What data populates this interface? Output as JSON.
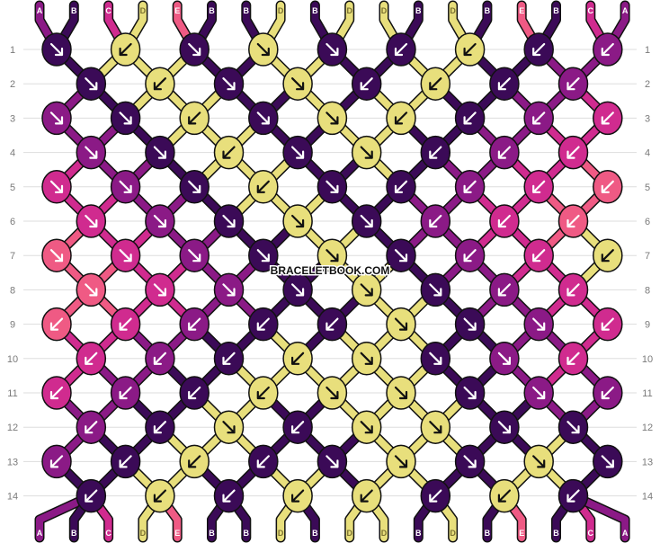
{
  "pattern": {
    "watermark": "BRACELETBOOK.COM",
    "row_numbers": [
      "1",
      "2",
      "3",
      "4",
      "5",
      "6",
      "7",
      "8",
      "9",
      "10",
      "11",
      "12",
      "13",
      "14"
    ],
    "top_strings": [
      {
        "label": "A",
        "color": "A"
      },
      {
        "label": "B",
        "color": "B"
      },
      {
        "label": "C",
        "color": "C"
      },
      {
        "label": "D",
        "color": "D"
      },
      {
        "label": "E",
        "color": "E"
      },
      {
        "label": "B",
        "color": "B"
      },
      {
        "label": "B",
        "color": "B"
      },
      {
        "label": "D",
        "color": "D"
      },
      {
        "label": "B",
        "color": "B"
      },
      {
        "label": "D",
        "color": "D"
      },
      {
        "label": "D",
        "color": "D"
      },
      {
        "label": "B",
        "color": "B"
      },
      {
        "label": "D",
        "color": "D"
      },
      {
        "label": "B",
        "color": "B"
      },
      {
        "label": "E",
        "color": "E"
      },
      {
        "label": "B",
        "color": "B"
      },
      {
        "label": "C",
        "color": "C"
      },
      {
        "label": "A",
        "color": "A"
      }
    ],
    "bottom_strings": [
      {
        "label": "A",
        "color": "A"
      },
      {
        "label": "B",
        "color": "B"
      },
      {
        "label": "C",
        "color": "C"
      },
      {
        "label": "D",
        "color": "D"
      },
      {
        "label": "E",
        "color": "E"
      },
      {
        "label": "B",
        "color": "B"
      },
      {
        "label": "B",
        "color": "B"
      },
      {
        "label": "D",
        "color": "D"
      },
      {
        "label": "B",
        "color": "B"
      },
      {
        "label": "D",
        "color": "D"
      },
      {
        "label": "D",
        "color": "D"
      },
      {
        "label": "B",
        "color": "B"
      },
      {
        "label": "D",
        "color": "D"
      },
      {
        "label": "B",
        "color": "B"
      },
      {
        "label": "E",
        "color": "E"
      },
      {
        "label": "B",
        "color": "B"
      },
      {
        "label": "C",
        "color": "C"
      },
      {
        "label": "A",
        "color": "A"
      }
    ],
    "colors": {
      "A": "#8b1a86",
      "B": "#3b0a57",
      "C": "#d02b8f",
      "D": "#e8df7c",
      "E": "#ef5a84"
    },
    "label_text_colors": {
      "A": "#ffffff",
      "B": "#ffffff",
      "C": "#ffffff",
      "D": "#7a7030",
      "E": "#ffffff"
    },
    "knot_rows": [
      {
        "knots": [
          {
            "c": "B",
            "a": "dr"
          },
          {
            "c": "D",
            "a": "dl"
          },
          {
            "c": "B",
            "a": "dr"
          },
          {
            "c": "D",
            "a": "dr"
          },
          {
            "c": "B",
            "a": "dr"
          },
          {
            "c": "B",
            "a": "dl"
          },
          {
            "c": "D",
            "a": "dl"
          },
          {
            "c": "B",
            "a": "dl"
          },
          {
            "c": "A",
            "a": "dl"
          }
        ]
      },
      {
        "knots": [
          {
            "c": "B",
            "a": "dr"
          },
          {
            "c": "D",
            "a": "dl"
          },
          {
            "c": "B",
            "a": "dr"
          },
          {
            "c": "D",
            "a": "dr"
          },
          {
            "c": "B",
            "a": "dl"
          },
          {
            "c": "D",
            "a": "dl"
          },
          {
            "c": "B",
            "a": "dl"
          },
          {
            "c": "A",
            "a": "dl"
          }
        ]
      },
      {
        "knots": [
          {
            "c": "A",
            "a": "dr"
          },
          {
            "c": "B",
            "a": "dr"
          },
          {
            "c": "D",
            "a": "dl"
          },
          {
            "c": "B",
            "a": "dr"
          },
          {
            "c": "D",
            "a": "dr"
          },
          {
            "c": "D",
            "a": "dl"
          },
          {
            "c": "B",
            "a": "dl"
          },
          {
            "c": "A",
            "a": "dl"
          },
          {
            "c": "C",
            "a": "dl"
          }
        ]
      },
      {
        "knots": [
          {
            "c": "A",
            "a": "dr"
          },
          {
            "c": "B",
            "a": "dr"
          },
          {
            "c": "D",
            "a": "dl"
          },
          {
            "c": "B",
            "a": "dr"
          },
          {
            "c": "D",
            "a": "dr"
          },
          {
            "c": "B",
            "a": "dl"
          },
          {
            "c": "A",
            "a": "dl"
          },
          {
            "c": "C",
            "a": "dl"
          }
        ]
      },
      {
        "knots": [
          {
            "c": "C",
            "a": "dr"
          },
          {
            "c": "A",
            "a": "dr"
          },
          {
            "c": "B",
            "a": "dr"
          },
          {
            "c": "D",
            "a": "dl"
          },
          {
            "c": "B",
            "a": "dr"
          },
          {
            "c": "B",
            "a": "dl"
          },
          {
            "c": "A",
            "a": "dl"
          },
          {
            "c": "C",
            "a": "dl"
          },
          {
            "c": "E",
            "a": "dl"
          }
        ]
      },
      {
        "knots": [
          {
            "c": "C",
            "a": "dr"
          },
          {
            "c": "A",
            "a": "dr"
          },
          {
            "c": "B",
            "a": "dr"
          },
          {
            "c": "D",
            "a": "dr"
          },
          {
            "c": "B",
            "a": "dr"
          },
          {
            "c": "A",
            "a": "dl"
          },
          {
            "c": "C",
            "a": "dl"
          },
          {
            "c": "E",
            "a": "dl"
          }
        ]
      },
      {
        "knots": [
          {
            "c": "E",
            "a": "dr"
          },
          {
            "c": "C",
            "a": "dr"
          },
          {
            "c": "A",
            "a": "dr"
          },
          {
            "c": "B",
            "a": "dr"
          },
          {
            "c": "D",
            "a": "dr"
          },
          {
            "c": "B",
            "a": "dr"
          },
          {
            "c": "A",
            "a": "dl"
          },
          {
            "c": "C",
            "a": "dl"
          },
          {
            "c": "D",
            "a": "dl"
          }
        ]
      },
      {
        "knots": [
          {
            "c": "E",
            "a": "dr"
          },
          {
            "c": "C",
            "a": "dr"
          },
          {
            "c": "A",
            "a": "dr"
          },
          {
            "c": "B",
            "a": "dr"
          },
          {
            "c": "D",
            "a": "dr"
          },
          {
            "c": "B",
            "a": "dr"
          },
          {
            "c": "A",
            "a": "dl"
          },
          {
            "c": "C",
            "a": "dl"
          }
        ]
      },
      {
        "knots": [
          {
            "c": "E",
            "a": "dl"
          },
          {
            "c": "C",
            "a": "dl"
          },
          {
            "c": "A",
            "a": "dl"
          },
          {
            "c": "B",
            "a": "dl"
          },
          {
            "c": "B",
            "a": "dl"
          },
          {
            "c": "D",
            "a": "dr"
          },
          {
            "c": "B",
            "a": "dr"
          },
          {
            "c": "A",
            "a": "dr"
          },
          {
            "c": "C",
            "a": "dl"
          }
        ]
      },
      {
        "knots": [
          {
            "c": "C",
            "a": "dl"
          },
          {
            "c": "A",
            "a": "dl"
          },
          {
            "c": "B",
            "a": "dl"
          },
          {
            "c": "D",
            "a": "dl"
          },
          {
            "c": "D",
            "a": "dr"
          },
          {
            "c": "B",
            "a": "dr"
          },
          {
            "c": "A",
            "a": "dr"
          },
          {
            "c": "C",
            "a": "dl"
          }
        ]
      },
      {
        "knots": [
          {
            "c": "C",
            "a": "dl"
          },
          {
            "c": "A",
            "a": "dl"
          },
          {
            "c": "B",
            "a": "dl"
          },
          {
            "c": "D",
            "a": "dl"
          },
          {
            "c": "D",
            "a": "dr"
          },
          {
            "c": "D",
            "a": "dr"
          },
          {
            "c": "B",
            "a": "dr"
          },
          {
            "c": "A",
            "a": "dr"
          },
          {
            "c": "A",
            "a": "dl"
          }
        ]
      },
      {
        "knots": [
          {
            "c": "A",
            "a": "dl"
          },
          {
            "c": "B",
            "a": "dl"
          },
          {
            "c": "D",
            "a": "dr"
          },
          {
            "c": "B",
            "a": "dl"
          },
          {
            "c": "D",
            "a": "dr"
          },
          {
            "c": "D",
            "a": "dr"
          },
          {
            "c": "B",
            "a": "dr"
          },
          {
            "c": "B",
            "a": "dr"
          }
        ]
      },
      {
        "knots": [
          {
            "c": "A",
            "a": "dl"
          },
          {
            "c": "B",
            "a": "dl"
          },
          {
            "c": "D",
            "a": "dl"
          },
          {
            "c": "B",
            "a": "dl"
          },
          {
            "c": "B",
            "a": "dr"
          },
          {
            "c": "D",
            "a": "dr"
          },
          {
            "c": "B",
            "a": "dr"
          },
          {
            "c": "D",
            "a": "dr"
          },
          {
            "c": "B",
            "a": "dr"
          }
        ]
      },
      {
        "knots": [
          {
            "c": "B",
            "a": "dl"
          },
          {
            "c": "D",
            "a": "dl"
          },
          {
            "c": "B",
            "a": "dl"
          },
          {
            "c": "D",
            "a": "dl"
          },
          {
            "c": "D",
            "a": "dl"
          },
          {
            "c": "B",
            "a": "dl"
          },
          {
            "c": "D",
            "a": "dl"
          },
          {
            "c": "B",
            "a": "dl"
          }
        ]
      }
    ]
  }
}
